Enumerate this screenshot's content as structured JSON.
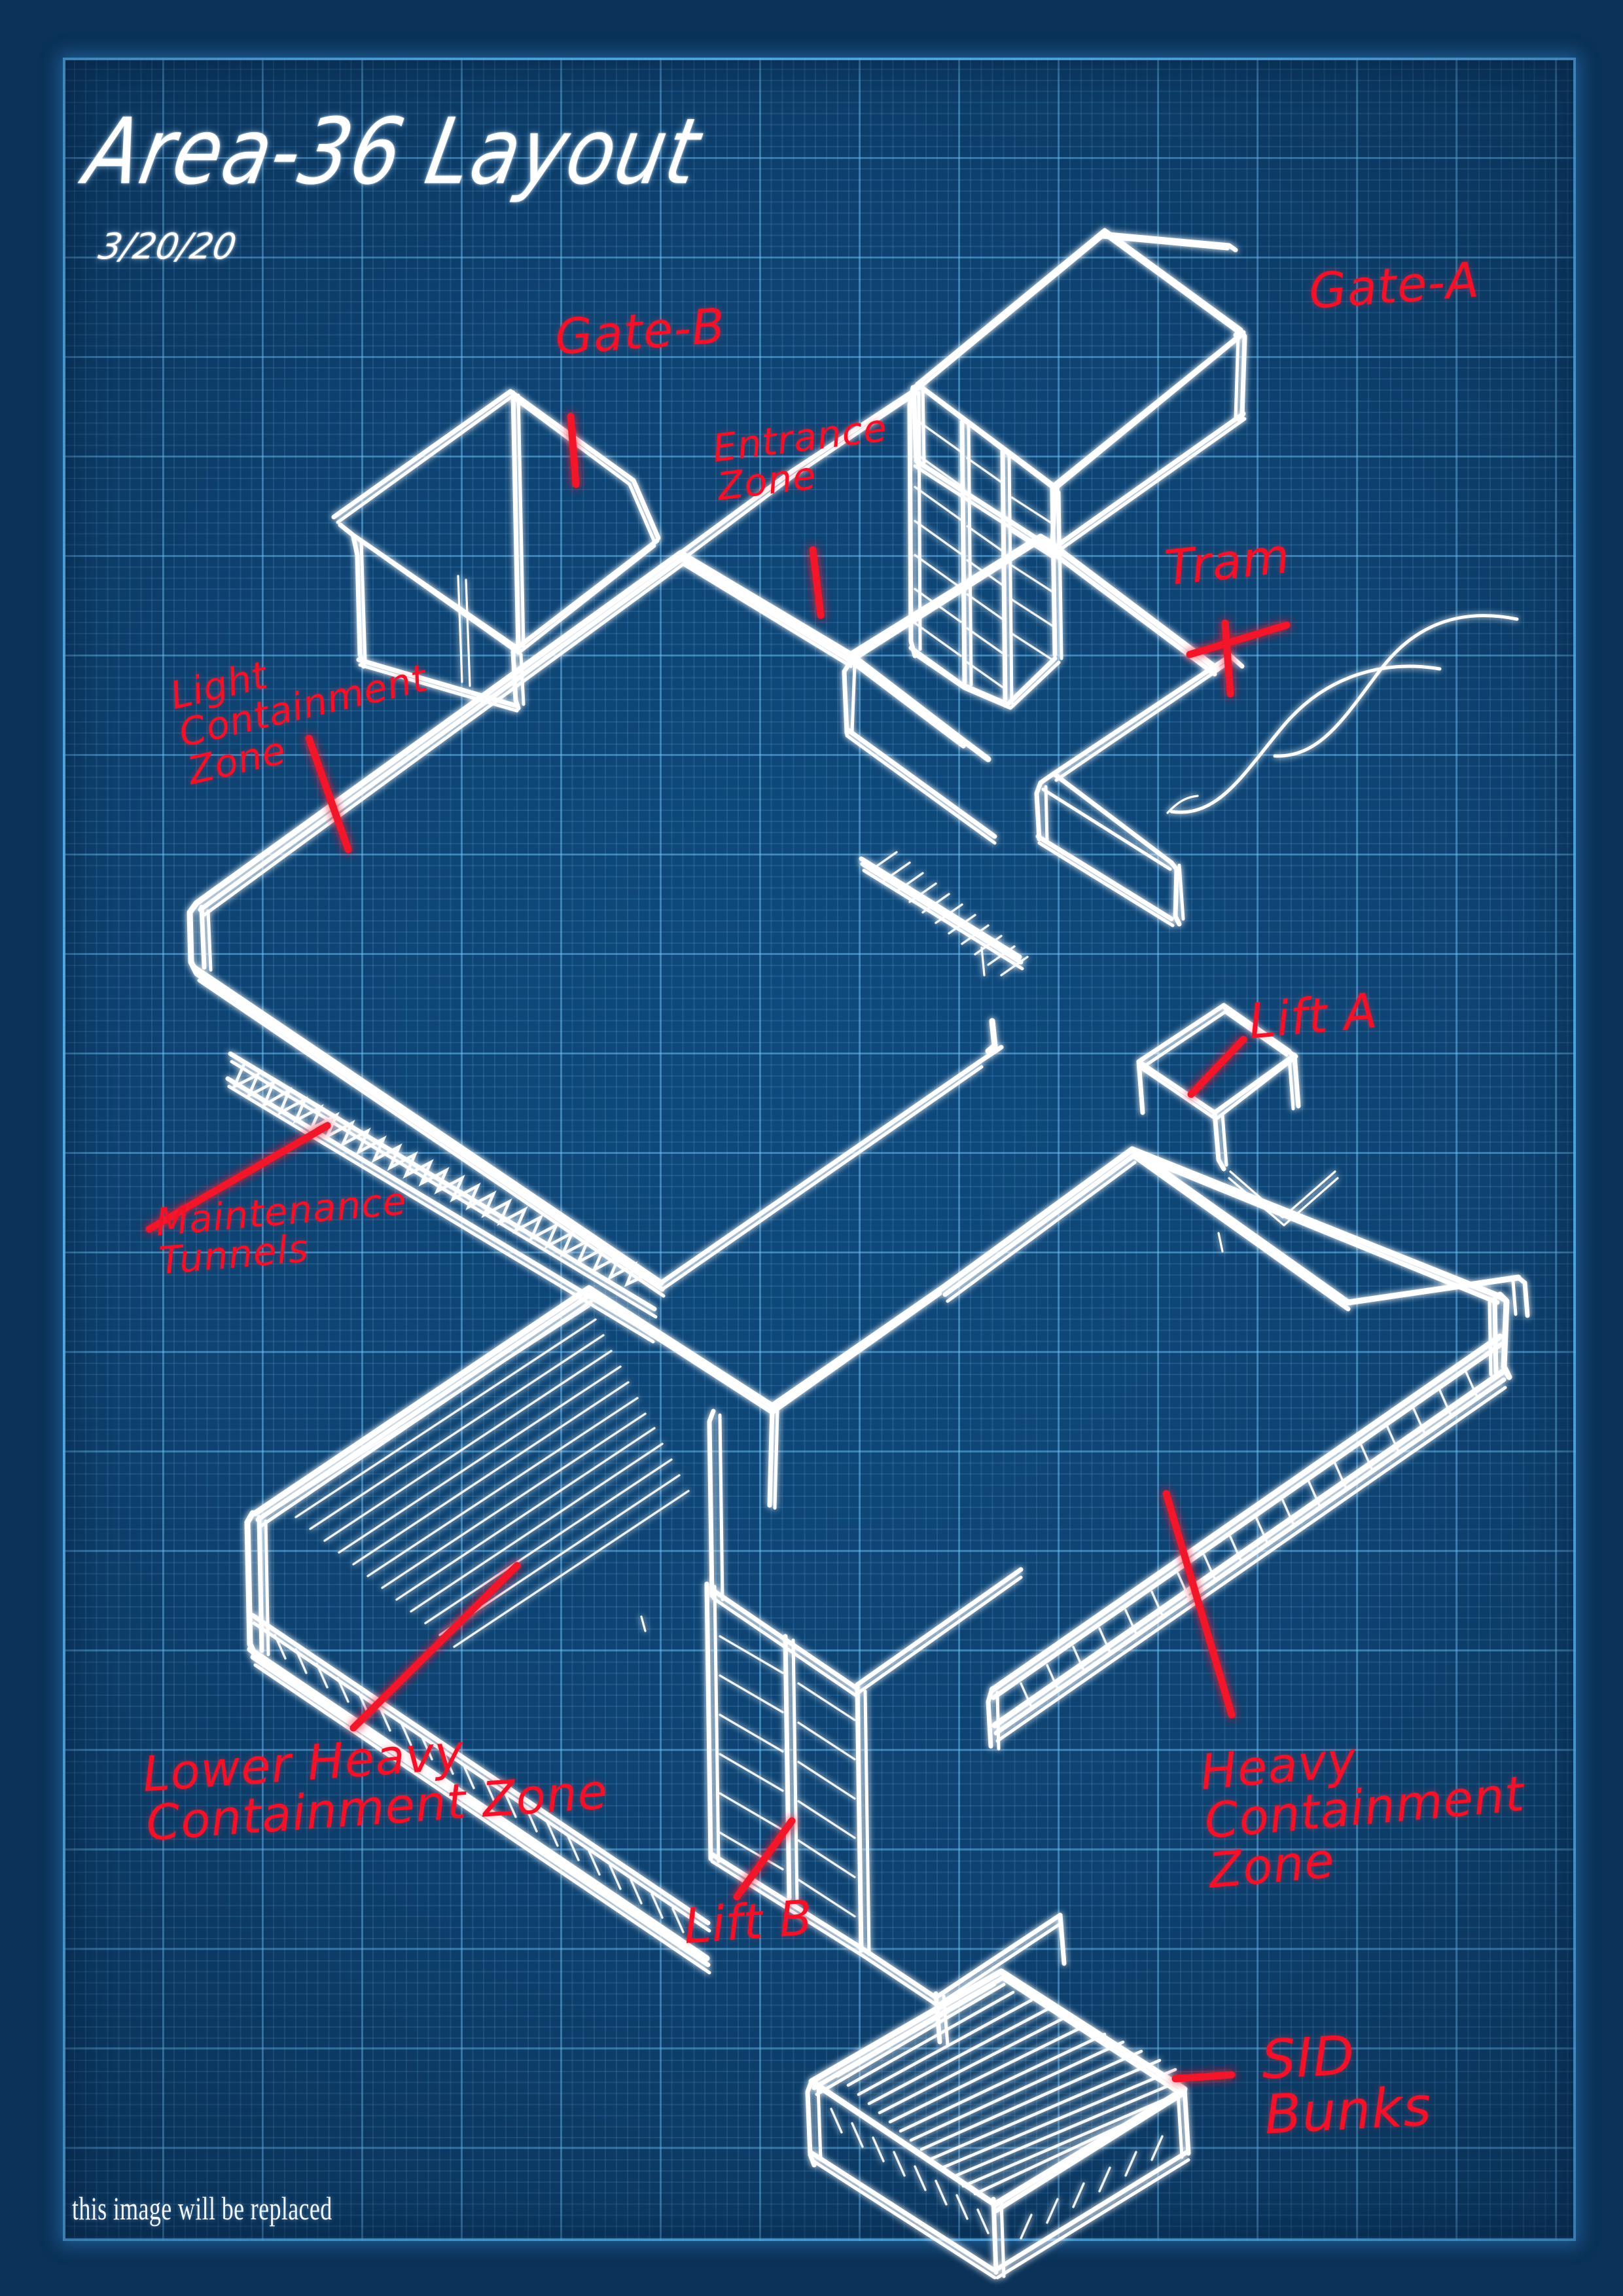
{
  "sheet": {
    "title": "Area-36 Layout",
    "date": "3/20/20",
    "footer_note": "this image will be replaced",
    "colors": {
      "paper_dark": "#0a3157",
      "paper_light": "#0f4a7d",
      "grid_major": "#5abeff",
      "grid_minor": "#6eb9f0",
      "ink_white": "#ffffff",
      "annotation_red": "#f1122a"
    }
  },
  "annotations": [
    {
      "id": "gate-b",
      "text": "Gate-B"
    },
    {
      "id": "gate-a",
      "text": "Gate-A"
    },
    {
      "id": "entrance-zone",
      "text": "Entrance\nZone"
    },
    {
      "id": "tram",
      "text": "Tram"
    },
    {
      "id": "light-containment-zone",
      "text": "Light\nContainment\nZone"
    },
    {
      "id": "lift-a",
      "text": "Lift A"
    },
    {
      "id": "maintenance-tunnels",
      "text": "Maintenance\nTunnels"
    },
    {
      "id": "lower-heavy-containment-zone",
      "text": "Lower Heavy\nContainment Zone"
    },
    {
      "id": "lift-b",
      "text": "Lift B"
    },
    {
      "id": "heavy-containment-zone",
      "text": "Heavy\nContainment\nZone"
    },
    {
      "id": "sid-bunks",
      "text": "SID\nBunks"
    }
  ],
  "diagram": {
    "type": "isometric-facility-sketch",
    "caption": "Hand-drawn isometric blueprint sketch of a multi-level containment facility",
    "volumes": [
      "Gate-A tower block (upper right)",
      "Gate-B canopy (upper left)",
      "Entrance Zone slab",
      "Light Containment Zone upper slab",
      "Tram line (two curved rails, right)",
      "Maintenance Tunnels hatched strip (left)",
      "Lift A shaft (right)",
      "Heavy Containment Zone lower slab",
      "Lower Heavy Containment Zone hatched block",
      "Lift B shaft (bottom centre)",
      "SID Bunks hatched block (bottom)"
    ]
  }
}
